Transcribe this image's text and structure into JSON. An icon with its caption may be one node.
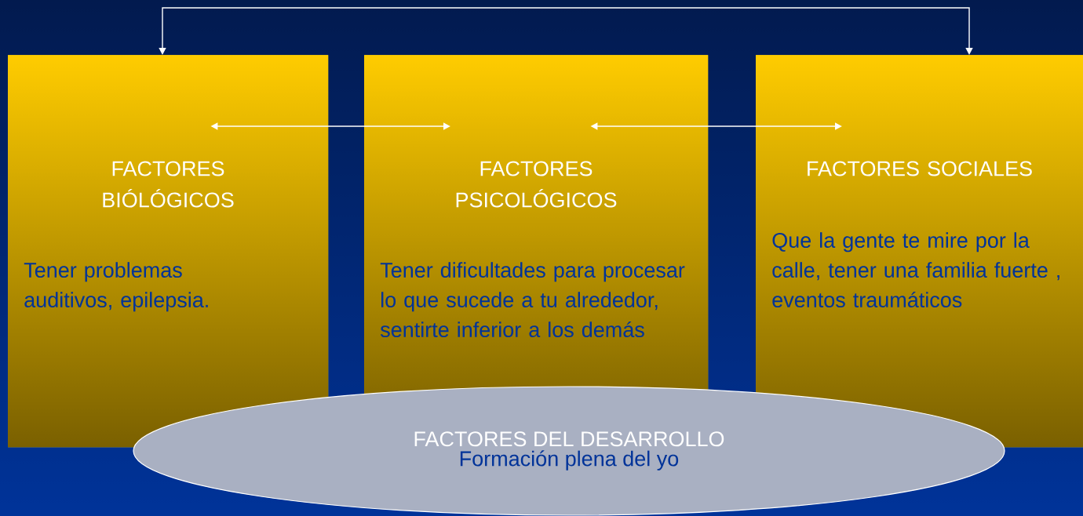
{
  "diagram": {
    "nodes": [
      {
        "text": [
          "FACTORES BIÓLÓGICOS",
          "Tener problemas auditivos, epilepsia."
        ]
      },
      {
        "text": [
          "FACTORES PSICOLÓGICOS",
          "Tener dificultades para procesar lo que sucede a tu alrededor, sentirte inferior a los demás"
        ]
      },
      {
        "text": [
          "FACTORES SOCIALES",
          "Que la gente te mire por la calle, tener una familia fuerte , eventos traumáticos"
        ]
      },
      {
        "text": [
          "FACTORES DEL DESARROLLO",
          "Formación plena del yo"
        ]
      }
    ],
    "edges": [
      {
        "from": 0,
        "to": 2,
        "arrow": "both"
      },
      {
        "from": 0,
        "to": 1,
        "arrow": "both"
      },
      {
        "from": 1,
        "to": 2,
        "arrow": "both"
      }
    ]
  }
}
